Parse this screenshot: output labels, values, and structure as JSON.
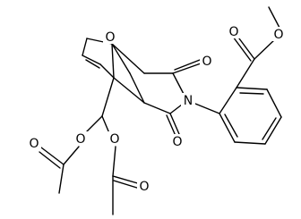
{
  "molecule": {
    "atoms": {
      "bridge_oxygen": "O",
      "imide_carbonyl_top_oxygen": "O",
      "imide_carbonyl_bottom_oxygen": "O",
      "imide_nitrogen": "N",
      "ester_carbonyl_oxygen": "O",
      "ester_ether_oxygen": "O",
      "acetoxy_left_ether_oxygen": "O",
      "acetoxy_left_carbonyl_oxygen": "O",
      "acetoxy_right_ether_oxygen": "O",
      "acetoxy_right_carbonyl_oxygen": "O"
    }
  },
  "colors": {
    "bond": "#000000",
    "label": "#000000",
    "background": "#ffffff"
  }
}
